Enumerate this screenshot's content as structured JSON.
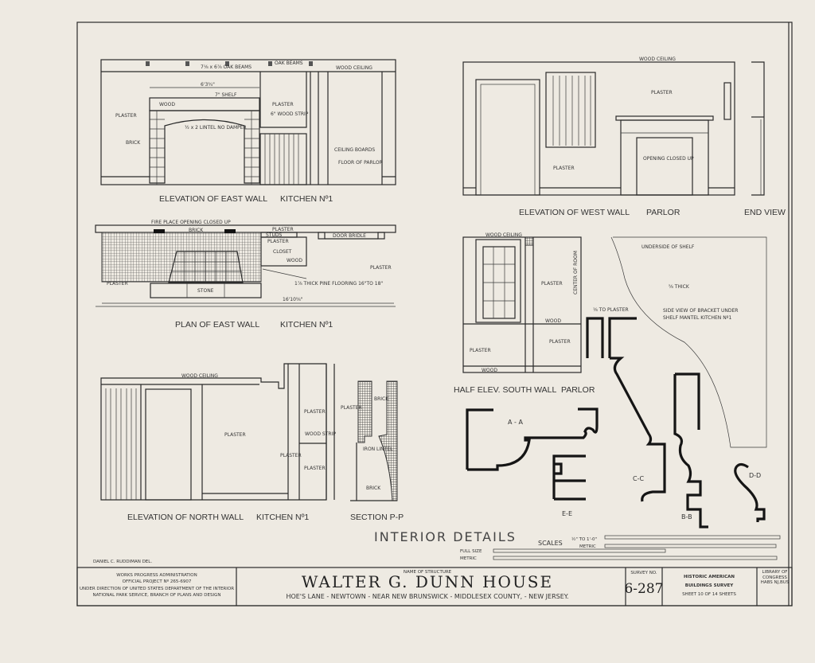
{
  "drawings": {
    "east_wall": {
      "title": "ELEVATION OF EAST WALL",
      "room": "KITCHEN Nº1",
      "labels": [
        "7⅛ x 6⅞ OAK BEAMS",
        "OAK BEAMS",
        "WOOD CEILING",
        "6'3¾\"",
        "7\" SHELF",
        "WOOD",
        "PLASTER",
        "PLASTER",
        "6\" WOOD STRIP",
        "BRICK",
        "½ x 2 LINTEL NO DAMPER",
        "CEILING BOARDS",
        "FLOOR OF PARLOR"
      ]
    },
    "plan_east_wall": {
      "title": "PLAN OF EAST WALL",
      "room": "KITCHEN Nº1",
      "labels": [
        "FIRE PLACE OPENING CLOSED UP",
        "BRICK",
        "PLASTER",
        "STUDS",
        "PLASTER",
        "CLOSET",
        "WOOD",
        "DOOR BRIDLE",
        "PLASTER",
        "PLASTER",
        "STONE",
        "1⅞ THICK PINE FLOORING 16\"TO 18\"",
        "16'10⅝\""
      ]
    },
    "north_wall": {
      "title": "ELEVATION OF NORTH WALL",
      "room": "KITCHEN Nº1",
      "labels": [
        "WOOD CEILING",
        "PLASTER",
        "PLASTER",
        "WOOD STRIP",
        "PLASTER",
        "PLASTER"
      ]
    },
    "section_pp": {
      "title": "SECTION P-P",
      "labels": [
        "PLASTER",
        "BRICK",
        "IRON LINTEL",
        "BRICK"
      ]
    },
    "west_wall": {
      "title": "ELEVATION OF WEST WALL",
      "room": "PARLOR",
      "labels": [
        "WOOD CEILING",
        "PLASTER",
        "PLASTER",
        "OPENING CLOSED UP"
      ]
    },
    "end_view": {
      "title": "END VIEW"
    },
    "south_wall": {
      "title": "HALF ELEV. SOUTH WALL",
      "room": "PARLOR",
      "labels": [
        "WOOD CEILING",
        "PLASTER",
        "CENTER OF ROOM",
        "WOOD",
        "PLASTER",
        "PLASTER",
        "WOOD"
      ]
    },
    "bracket": {
      "labels": [
        "UNDERSIDE OF SHELF",
        "⅝ THICK",
        "SIDE VIEW OF BRACKET UNDER",
        "SHELF MANTEL   KITCHEN Nº1",
        "⅛ TO PLASTER"
      ]
    },
    "sections": {
      "aa": "A - A",
      "cc": "C-C",
      "bb": "B-B",
      "dd": "D-D",
      "ee": "E-E"
    }
  },
  "sheet_heading": "INTERIOR DETAILS",
  "scales": {
    "label": "SCALES",
    "scale1": "½\" TO 1'-0\"",
    "metric": "METRIC",
    "full_size": "FULL SIZE",
    "metric2": "METRIC"
  },
  "delineator": "DANIEL C. RUDDIMAN  DEL.",
  "title_block": {
    "wpa_line1": "WORKS   PROGRESS   ADMINISTRATION",
    "wpa_line2": "OFFICIAL   PROJECT   Nº 265-6907",
    "wpa_line3": "UNDER DIRECTION OF UNITED STATES DEPARTMENT OF THE INTERIOR",
    "wpa_line4": "NATIONAL PARK SERVICE, BRANCH OF PLANS AND DESIGN",
    "name_caption": "NAME OF STRUCTURE",
    "structure_name": "WALTER G. DUNN HOUSE",
    "location": "HOE'S LANE  -  NEWTOWN  -  NEAR NEW BRUNSWICK - MIDDLESEX COUNTY,  -  NEW JERSEY.",
    "survey_caption": "SURVEY NO.",
    "survey_no": "6-287",
    "habs_line1": "HISTORIC AMERICAN",
    "habs_line2": "BUILDINGS SURVEY",
    "sheet_info": "SHEET 10 OF 14 SHEETS",
    "stamp": "LIBRARY OF CONGRESS  HABS NJ,BUS"
  }
}
